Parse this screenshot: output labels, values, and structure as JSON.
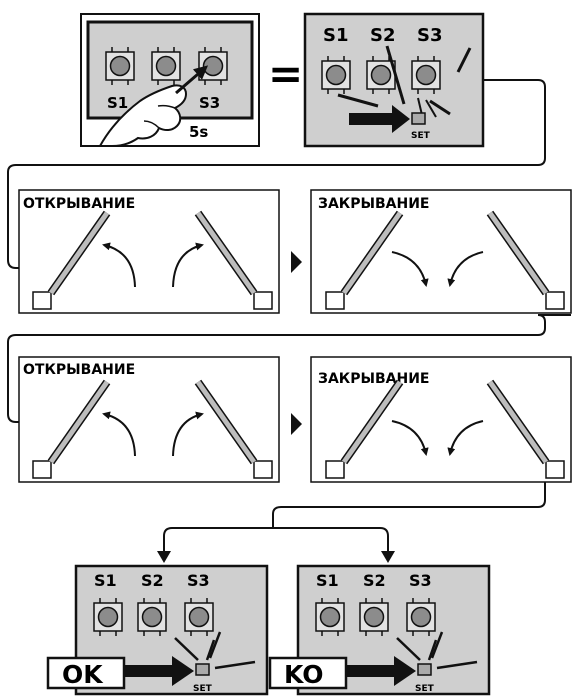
{
  "step1": {
    "button_labels": [
      "S1",
      "S3"
    ],
    "duration": "5s"
  },
  "equals": "=",
  "board_top": {
    "labels": [
      "S1",
      "S2",
      "S3"
    ],
    "set_label": "SET"
  },
  "panels": [
    {
      "title": "ОТКРЫВАНИЕ"
    },
    {
      "title": "ЗАКРЫВАНИЕ"
    },
    {
      "title": "ОТКРЫВАНИЕ"
    },
    {
      "title": "ЗАКРЫВАНИЕ"
    }
  ],
  "result_ok": {
    "labels": [
      "S1",
      "S2",
      "S3"
    ],
    "set_label": "SET",
    "status": "OK"
  },
  "result_ko": {
    "labels": [
      "S1",
      "S2",
      "S3"
    ],
    "set_label": "SET",
    "status": "KO"
  },
  "colors": {
    "board": "#cfcfcf",
    "button_face": "#8c8c8c",
    "outline": "#111111",
    "arm_fill": "#bdbdbd"
  }
}
